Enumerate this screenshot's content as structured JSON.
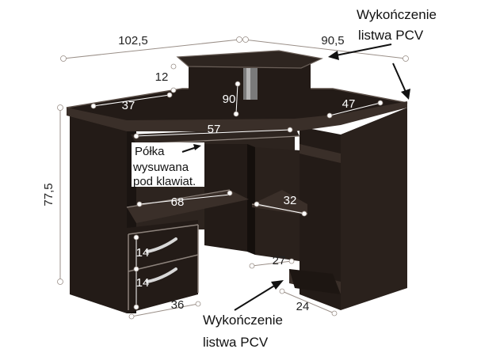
{
  "dimensions": {
    "top_left_width": "102,5",
    "top_right_width": "90,5",
    "superstructure_height": "12",
    "desktop_left_depth": "37",
    "corner_depth": "90",
    "desktop_right_depth": "47",
    "keyboard_shelf_width": "57",
    "total_height": "77,5",
    "lower_shelf_width": "68",
    "cpu_shelf_width": "32",
    "drawer_top_height": "14",
    "drawer_bottom_height": "14",
    "cpu_space_depth": "27",
    "pedestal_width": "36",
    "side_shelf_depth": "24"
  },
  "notes": {
    "edge_top_line1": "Wykończenie",
    "edge_top_line2": "listwa PCV",
    "edge_bottom_line1": "Wykończenie",
    "edge_bottom_line2": "listwa PCV",
    "shelf_line1": "Półka",
    "shelf_line2": "wysuwana",
    "shelf_line3": "pod klawiat."
  },
  "colors": {
    "body": "#231b17",
    "edge": "#4a3f38",
    "outline": "#9a8f88",
    "accent": "#ffffff"
  }
}
